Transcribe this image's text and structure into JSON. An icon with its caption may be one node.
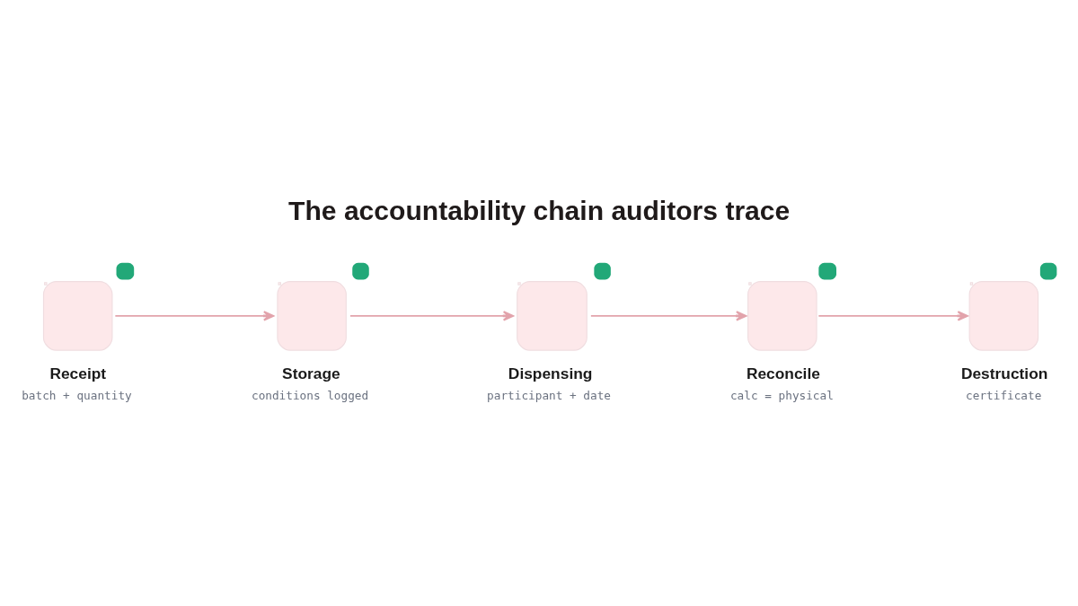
{
  "diagram": {
    "title": "The accountability chain auditors trace",
    "nodes": [
      {
        "text": [
          "Receipt",
          "batch + quantity"
        ]
      },
      {
        "text": [
          "Storage",
          "conditions logged"
        ]
      },
      {
        "text": [
          "Dispensing",
          "participant + date"
        ]
      },
      {
        "text": [
          "Reconcile",
          "calc = physical"
        ]
      },
      {
        "text": [
          "Destruction",
          "certificate"
        ]
      }
    ],
    "edges": [
      {
        "from": 0,
        "to": 1,
        "arrow": "to"
      },
      {
        "from": 1,
        "to": 2,
        "arrow": "to"
      },
      {
        "from": 2,
        "to": 3,
        "arrow": "to"
      },
      {
        "from": 3,
        "to": 4,
        "arrow": "to"
      }
    ]
  }
}
